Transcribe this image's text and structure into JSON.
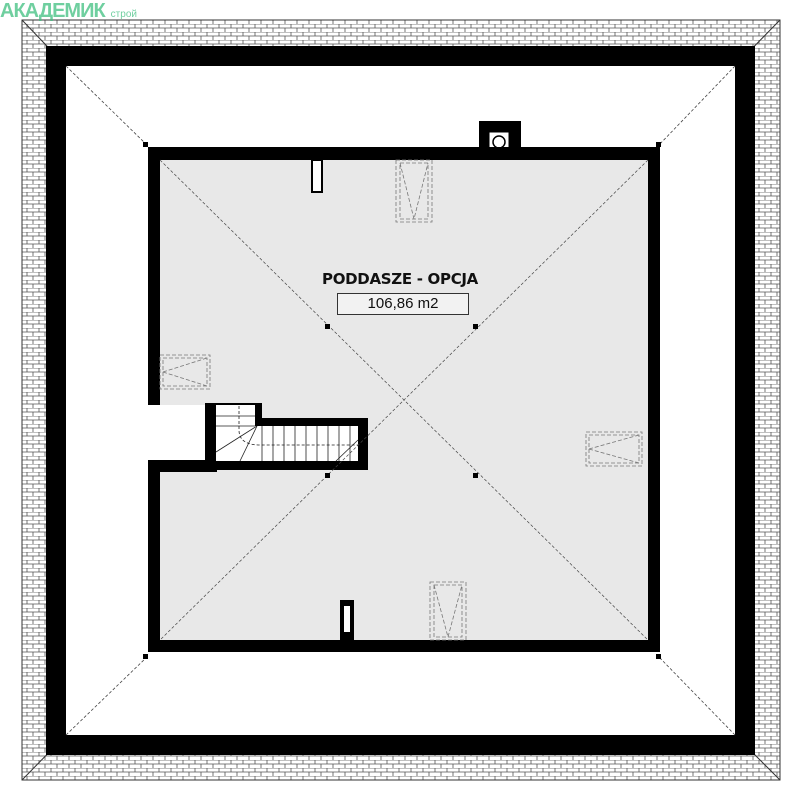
{
  "plan": {
    "room_name": "PODDASZE - OPCJA",
    "room_area": "106,86 m2"
  },
  "watermark": {
    "brand": "АКАДЕМИК",
    "sub": "строй"
  },
  "colors": {
    "wall": "#000000",
    "floor": "#e8e8e8",
    "watermark": "#3fbf80"
  }
}
